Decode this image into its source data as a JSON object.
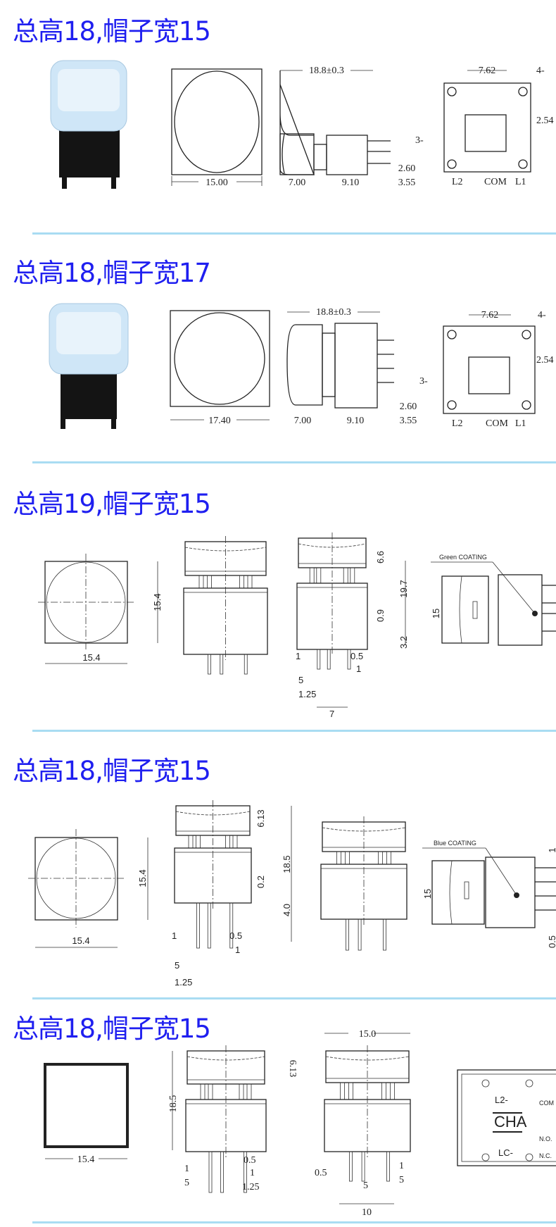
{
  "sections": [
    {
      "title": "总高18,帽子宽15",
      "dims": {
        "front_width": "15.00",
        "overall": "18.8±0.3",
        "cap": "7.00",
        "body": "9.10",
        "pin": "3.55",
        "pin_offset": "2.60",
        "pitch": "7.62",
        "holes": "4-",
        "pin_pitch": "2.54",
        "pins": "3-",
        "l2": "L2",
        "com": "COM",
        "l1": "L1"
      }
    },
    {
      "title": "总高18,帽子宽17",
      "dims": {
        "front_width": "17.40",
        "overall": "18.8±0.3",
        "cap": "7.00",
        "body": "9.10",
        "pin": "3.55",
        "pin_offset": "2.60",
        "pitch": "7.62",
        "holes": "4-",
        "pins": "3-",
        "pin_pitch": "2.54",
        "l2": "L2",
        "com": "COM",
        "l1": "L1"
      }
    },
    {
      "title": "总高19,帽子宽15",
      "dims": {
        "width": "15.4",
        "height": "15.4",
        "cap": "6.6",
        "total": "19.7",
        "gap": "0.9",
        "pin": "3.2",
        "pin_w": "1",
        "pin_t": "0.5",
        "pin_w2": "1",
        "spacing": "5",
        "offset": "1.25",
        "span": "7",
        "coating": "Green COATING",
        "side": "15"
      }
    },
    {
      "title": "总高18,帽子宽15",
      "dims": {
        "width": "15.4",
        "height": "15.4",
        "cap": "6.13",
        "total": "18.5",
        "gap": "0.2",
        "pin": "4.0",
        "pin_w": "1",
        "pin_t": "0.5",
        "pin_w2": "1",
        "spacing": "5",
        "offset": "1.25",
        "coating": "Blue COATING",
        "side": "15",
        "r1": "1",
        "r2": "0.5"
      }
    },
    {
      "title": "总高18,帽子宽15",
      "dims": {
        "width": "15.4",
        "total": "18.5",
        "cap": "6.13",
        "pin_t": "0.5",
        "pin_w": "1",
        "pin_w_left": "1",
        "spacing": "5",
        "offset": "1.25",
        "top_width": "15.0",
        "pin_t2": "0.5",
        "r_w": "1",
        "r_s": "5",
        "r_s2": "5",
        "r_span": "10",
        "l2": "L2-",
        "com": "COM",
        "cha": "CHA",
        "no": "N.O.",
        "lc": "LC-",
        "nc": "N.C."
      }
    }
  ],
  "colors": {
    "title": "#1f1ff0",
    "divider": "#a9dcf2",
    "cap": "#cfe6f7",
    "base": "#111111"
  }
}
